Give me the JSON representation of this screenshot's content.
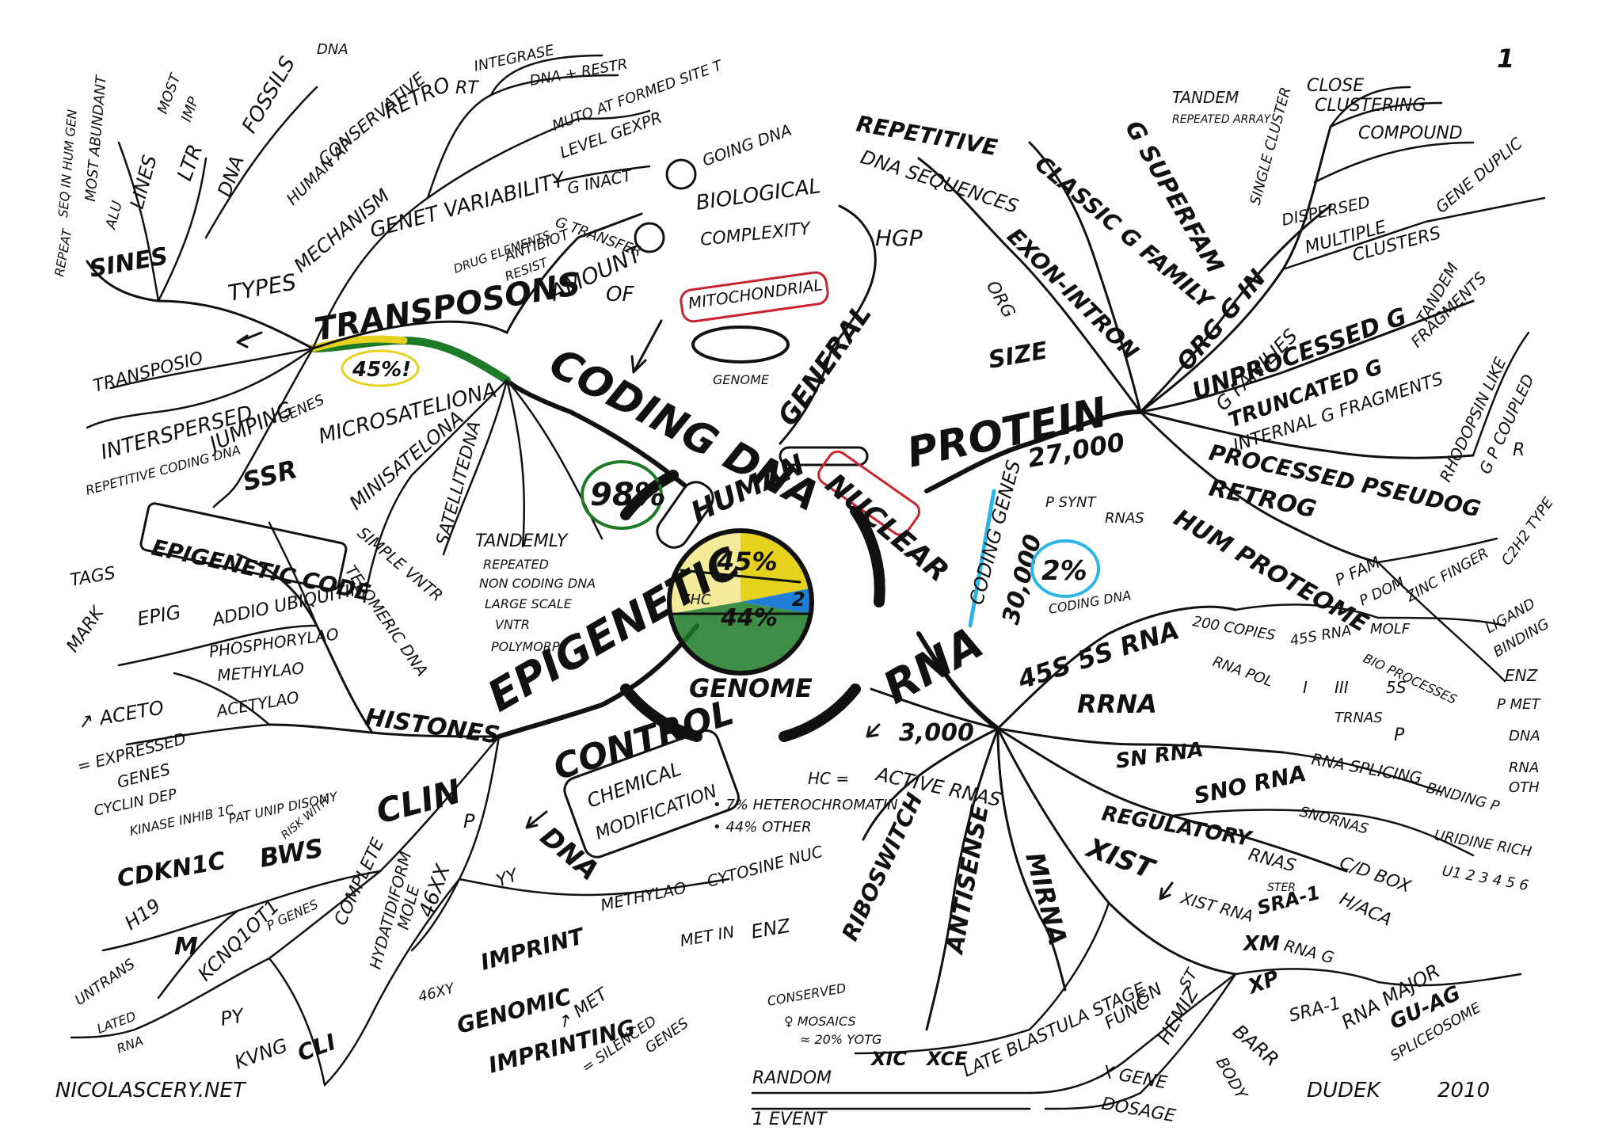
{
  "page_number": "1",
  "signature": {
    "site": "NICOLASCERY.NET",
    "author": "DUDEK",
    "year": "2010"
  },
  "colors": {
    "ink": "#111111",
    "yellow": "#e6d21e",
    "green": "#1d7a26",
    "blue": "#1f7fd6",
    "red": "#c8232c",
    "cyan": "#29b6e6"
  },
  "center": {
    "top_label": "HUMAN",
    "right_label": "NUCLEAR",
    "bottom_label": "GENOME",
    "pie_45": "45%",
    "pie_2": "2",
    "pie_44": "44%",
    "pie_7": "7HC"
  },
  "hc_note": {
    "title": "HC =",
    "line1": "• 7% HETEROCHROMATIN",
    "line2": "• 44% OTHER"
  },
  "coding_dna": {
    "title": "CODING DNA",
    "percent": "98%",
    "amount": "AMOUNT",
    "of": "OF",
    "biological": "BIOLOGICAL",
    "complexity": "COMPLEXITY",
    "g_inact": "G INACT",
    "g_transfer": "G TRANSFER",
    "going_dna": "GOING DNA",
    "level_gexpr": "LEVEL GEXPR",
    "mito_at": "MUTO AT FORMED SITE T",
    "dna_plus": "DNA + RESTR",
    "integrase": "INTEGRASE",
    "retro": "RETRO",
    "rt": "RT",
    "conservative": "CONSERVATIVE",
    "genet_variability": "GENET VARIABILITY",
    "mechanism": "MECHANISM",
    "types": "TYPES",
    "transposons": "TRANSPOSONS",
    "percent_45": "45%!",
    "antibiot": "ANTIBIOT",
    "resist": "RESIST",
    "drug_elements": "DRUG ELEMENTS",
    "sines": "SINES",
    "lines": "LINES",
    "ltr": "LTR",
    "dna": "DNA",
    "fossils": "FOSSILS",
    "dna_top": "DNA",
    "human_ap": "HUMAN AP",
    "most": "MOST",
    "imp": "IMP",
    "most_abundant": "MOST ABUNDANT",
    "seq_in_hum_gen": "SEQ IN HUM GEN",
    "alu": "ALU",
    "repeat": "REPEAT",
    "transpositio": "TRANSPOSIO",
    "interspersed": "INTERSPERSED",
    "repetitive_coding": "REPETITIVE CODING DNA",
    "jumping": "JUMPING",
    "genes": "GENES",
    "ssr": "SSR",
    "microsatellite": "MICROSATELIONA",
    "minisatellite": "MINISATELONA",
    "satellite": "SATELLITEDNA",
    "simple_vntr": "SIMPLE VNTR",
    "telomeric": "TELOMERIC DNA",
    "tandemly": "TANDEMLY",
    "repeated": "REPEATED",
    "non_coding": "NON CODING DNA",
    "large_scale": "LARGE SCALE",
    "vntr": "VNTR",
    "polymorph": "POLYMORP"
  },
  "general": {
    "title": "GENERAL",
    "hgp": "HGP",
    "mitochondrial": "MITOCHONDRIAL",
    "genome": "GENOME"
  },
  "protein": {
    "title": "PROTEIN",
    "count": "27,000",
    "coding_genes": "CODING GENES",
    "count_30": "30,000",
    "p_synt": "P SYNT",
    "rnas": "RNAS",
    "percent_2": "2%",
    "coding_dna": "CODING DNA",
    "repetitive": "REPETITIVE",
    "dna_sequences": "DNA SEQUENCES",
    "classic": "CLASSIC G FAMILY",
    "exon_intron": "EXON-INTRON",
    "org": "ORG",
    "size": "SIZE",
    "g_superfam": "G SUPERFAM",
    "tandem": "TANDEM",
    "repeated_array": "REPEATED ARRAY",
    "close": "CLOSE",
    "clustering": "CLUSTERING",
    "compound": "COMPOUND",
    "single_cluster": "SINGLE CLUSTER",
    "dispersed": "DISPERSED",
    "multiple": "MULTIPLE",
    "clusters": "CLUSTERS",
    "gene_duplic": "GENE DUPLIC",
    "tandem2": "TANDEM",
    "org_g_in": "ORG G IN",
    "g_families": "G FAMILIES",
    "unprocessed": "UNPROCESSED G",
    "fragments": "FRAGMENTS",
    "truncated": "TRUNCATED G",
    "internal": "INTERNAL G FRAGMENTS",
    "processed": "PROCESSED PSEUDOG",
    "retrog": "RETROG",
    "hum_proteome": "HUM PROTEOME",
    "rhodopsin": "RHODOPSIN LIKE",
    "g_p_coupled": "G P COUPLED",
    "r": "R",
    "c2h2": "C2H2 TYPE",
    "zinc": "ZINC FINGER",
    "p_fam": "P FAM",
    "p_dom": "P DOM",
    "ligand": "LIGAND",
    "binding": "BINDING",
    "molf": "MOLF",
    "bio_processes": "BIO PROCESSES",
    "enz": "ENZ",
    "p_met": "P MET",
    "dna": "DNA",
    "rna": "RNA",
    "oth": "OTH"
  },
  "rna": {
    "title": "RNA",
    "count": "3,000",
    "active": "ACTIVE RNAS",
    "s45": "45S 5S RNA",
    "copies": "200 COPIES",
    "s45rna": "45S RNA",
    "rna_pol": "RNA POL",
    "i": "I",
    "iii": "III",
    "s5": "5S",
    "trnas": "TRNAS",
    "rrna": "RRNA",
    "p_up": "P",
    "snrna": "SN RNA",
    "snorna": "SNO RNA",
    "splicing": "RNA SPLICING",
    "binding_p": "BINDING P",
    "snornas": "SNORNAS",
    "regulatory": "REGULATORY",
    "rnas": "RNAS",
    "cd_box": "C/D BOX",
    "h_aca": "H/ACA",
    "uridine": "URIDINE RICH",
    "u_numbers": "U1 2 3 4 5 6",
    "xist": "XIST",
    "xist_rna": "XIST RNA",
    "ster": "STER",
    "sra1": "SRA-1",
    "rna_g": "RNA G",
    "xm": "XM",
    "xp": "XP",
    "sra1b": "SRA-1",
    "rna_major": "RNA MAJOR",
    "gu_ag": "GU-AG",
    "spliceosome": "SPLICEOSOME",
    "barr": "BARR",
    "body": "BODY",
    "hemiz": "HEMIZ",
    "func": "FUNC",
    "gn": "GN",
    "st": "ST",
    "late_blast": "LATE BLASTULA STAGE",
    "xic": "XIC",
    "xce": "XCE",
    "random": "RANDOM",
    "event": "1 EVENT",
    "x_gene": "X GENE",
    "dosage": "DOSAGE",
    "conserved": "CONSERVED",
    "mosaics": "♀ MOSAICS",
    "yotg": "≈ 20% YOTG",
    "ribo": "RIBOSWITCH",
    "antisense": "ANTISENSE",
    "mirna": "MIRNA"
  },
  "epigenetic": {
    "title": "EPIGENETIC",
    "control": "CONTROL",
    "chemical": "CHEMICAL",
    "modification": "MODIFICATION",
    "code": "EPIGENETIC CODE",
    "tags": "TAGS",
    "mark": "MARK",
    "epig": "EPIG",
    "addio": "ADDIO UBIQUITIN",
    "phospho": "PHOSPHORYLAO",
    "methyla": "METHYLAO",
    "acetyla": "ACETYLAO",
    "acet": "↗ ACETO",
    "expressed": "= EXPRESSED",
    "genes": "GENES",
    "histones": "HISTONES",
    "cyclin": "CYCLIN DEP",
    "kinase": "KINASE INHIB 1C",
    "pat": "PAT UNIP DISOMY",
    "risk": "RISK WITH",
    "clin": "CLIN",
    "cdkn": "CDKN1C",
    "bws": "BWS",
    "p": "P",
    "h19": "H19",
    "m": "M",
    "kcnq": "KCNQ1OT1",
    "p_genes": "P GENES",
    "complete": "COMPLETE",
    "hydatidiform": "HYDATIDIFORM",
    "mole": "MOLE",
    "xx": "46XX",
    "yy": "YY",
    "py": "PY",
    "untrans": "UNTRANS",
    "lated": "LATED",
    "rna": "RNA",
    "kvng": "KVNG",
    "cli": "CLI",
    "xy": "46XY",
    "dna": "DNA",
    "methyla2": "METHYLAO",
    "cytosine": "CYTOSINE NUC",
    "met_in": "MET IN",
    "enz": "ENZ",
    "imprint": "IMPRINT",
    "genomic": "GENOMIC",
    "imprinting": "IMPRINTING",
    "met": "↗ MET",
    "silenced": "= SILENCED",
    "genes2": "GENES"
  }
}
